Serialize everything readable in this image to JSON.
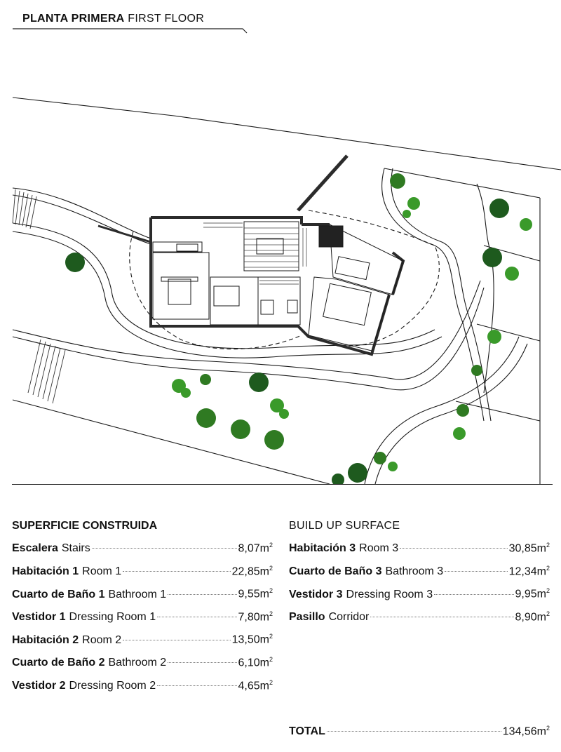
{
  "header": {
    "title_es": "PLANTA PRIMERA",
    "title_en": "FIRST FLOOR"
  },
  "plan": {
    "colors": {
      "line": "#1a1a1a",
      "tree_dark": "#1e5a1e",
      "tree_light": "#3a9a2a",
      "wall": "#2b2b2b"
    }
  },
  "surface": {
    "title_es": "SUPERFICIE CONSTRUIDA",
    "title_en": "BUILD UP SURFACE",
    "unit": "m",
    "unit_power": "2",
    "left_items": [
      {
        "es": "Escalera",
        "en": "Stairs",
        "value": "8,07"
      },
      {
        "es": "Habitación 1",
        "en": "Room 1",
        "value": "22,85"
      },
      {
        "es": "Cuarto de Baño 1",
        "en": "Bathroom 1",
        "value": "9,55"
      },
      {
        "es": "Vestidor 1",
        "en": "Dressing Room 1",
        "value": "7,80"
      },
      {
        "es": "Habitación 2",
        "en": "Room 2",
        "value": "13,50"
      },
      {
        "es": "Cuarto de Baño 2",
        "en": "Bathroom 2",
        "value": "6,10"
      },
      {
        "es": "Vestidor 2",
        "en": "Dressing Room 2",
        "value": "4,65"
      }
    ],
    "right_items": [
      {
        "es": "Habitación 3",
        "en": "Room 3",
        "value": "30,85"
      },
      {
        "es": "Cuarto de Baño 3",
        "en": "Bathroom 3",
        "value": "12,34"
      },
      {
        "es": "Vestidor 3",
        "en": "Dressing Room 3",
        "value": "9,95"
      },
      {
        "es": "Pasillo",
        "en": "Corridor",
        "value": "8,90"
      }
    ],
    "total": {
      "label": "TOTAL",
      "value": "134,56"
    }
  }
}
